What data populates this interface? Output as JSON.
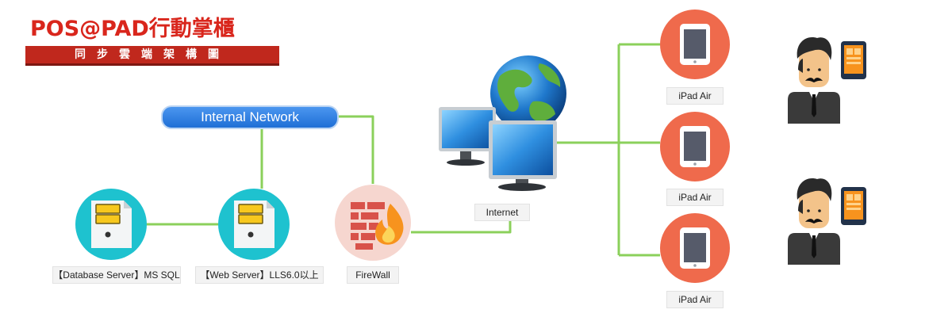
{
  "title": "POS@PAD行動掌櫃",
  "subtitle": "同步雲端架構圖",
  "internal_network": "Internal Network",
  "nodes": {
    "database_server": "【Database Server】MS SQL",
    "web_server": "【Web Server】LLS6.0以上",
    "firewall": "FireWall",
    "internet": "Internet",
    "ipads": [
      "iPad Air",
      "iPad Air",
      "iPad Air"
    ]
  },
  "colors": {
    "title_red": "#d9261c",
    "line_green": "#8bd05b",
    "server_teal": "#1ec2cf",
    "ipad_orange": "#ef6a4c",
    "firewall_pink": "#f6d6cf"
  }
}
